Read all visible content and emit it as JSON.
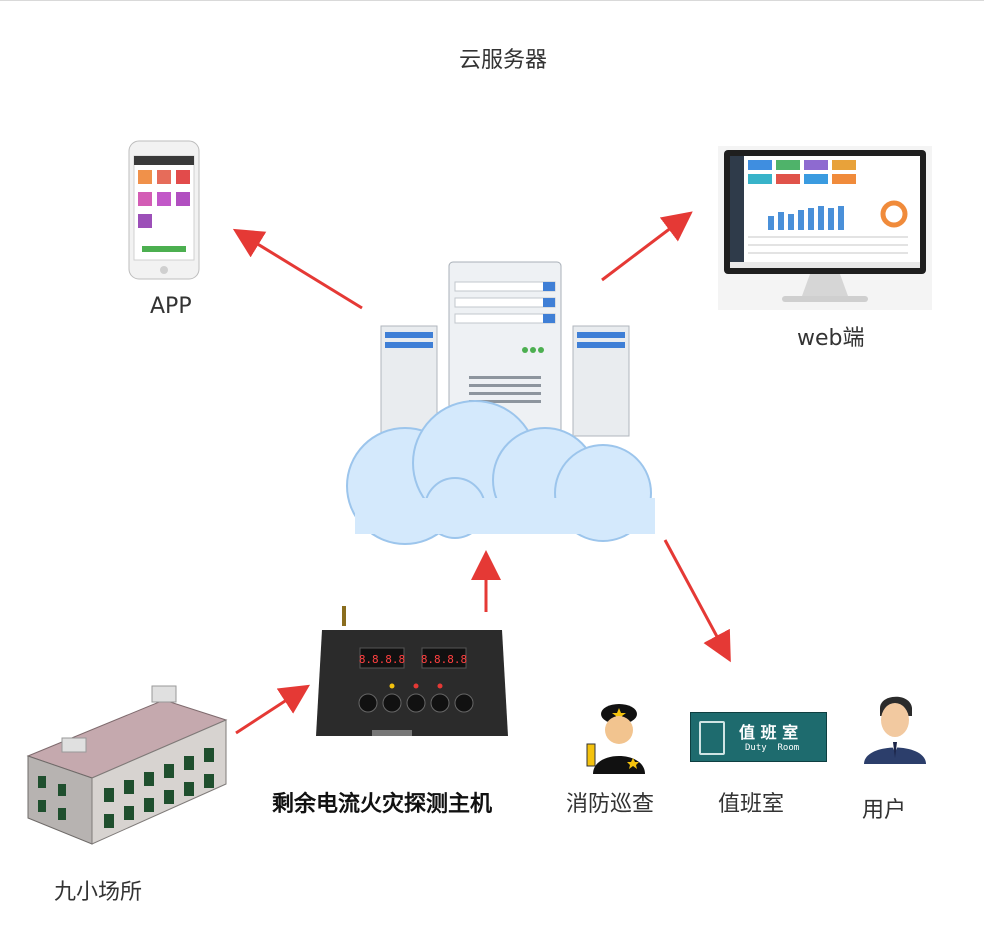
{
  "labels": {
    "cloud_server": "云服务器",
    "app": "APP",
    "web": "web端",
    "host": "剩余电流火灾探测主机",
    "site": "九小场所",
    "patrol": "消防巡查",
    "duty_room": "值班室",
    "user": "用户"
  },
  "duty_sign": {
    "title": "值 班 室",
    "subtitle": "Duty  Room"
  },
  "device": {
    "display_left": "8.8.8.8",
    "display_right": "8.8.8.8"
  },
  "colors": {
    "arrow": "#e53935",
    "cloud": "#cfe6fb",
    "duty_sign": "#1e6b6e"
  }
}
